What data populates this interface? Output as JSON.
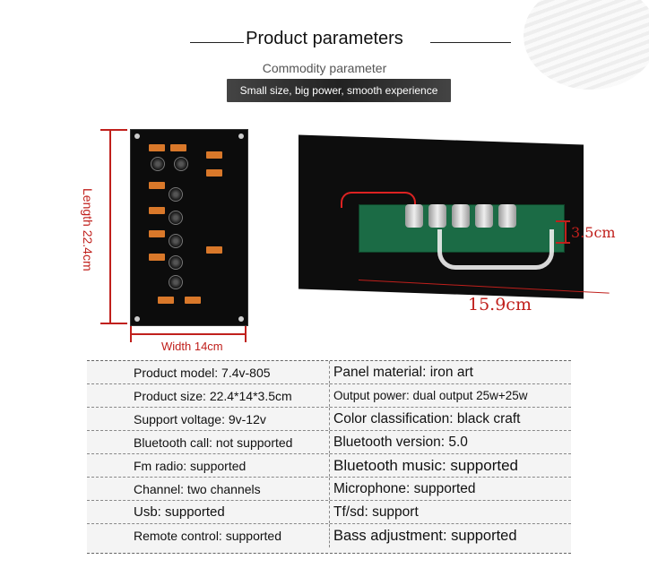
{
  "header": {
    "title": "Product parameters",
    "subtitle": "Commodity parameter",
    "tagline": "Small size, big power, smooth experience"
  },
  "dimensions": {
    "length": "Length 22.4cm",
    "width": "Width 14cm",
    "depth": "15.9cm",
    "height": "3.5cm"
  },
  "specs": [
    {
      "left": "Product model: 7.4v-805",
      "right": "Panel material: iron art"
    },
    {
      "left": "Product size: 22.4*14*3.5cm",
      "right": "Output power: dual output 25w+25w"
    },
    {
      "left": "Support voltage: 9v-12v",
      "right": "Color classification: black craft"
    },
    {
      "left": "Bluetooth call: not supported",
      "right": "Bluetooth version: 5.0"
    },
    {
      "left": "Fm radio: supported",
      "right": "Bluetooth music: supported"
    },
    {
      "left": "Channel: two channels",
      "right": "Microphone: supported"
    },
    {
      "left": "Usb: supported",
      "right": "Tf/sd: support"
    },
    {
      "left": "Remote control: supported",
      "right": "Bass adjustment: supported"
    }
  ],
  "colors": {
    "accent": "#c0201c",
    "board": "#0c0c0c",
    "pcb": "#1b6b45"
  }
}
